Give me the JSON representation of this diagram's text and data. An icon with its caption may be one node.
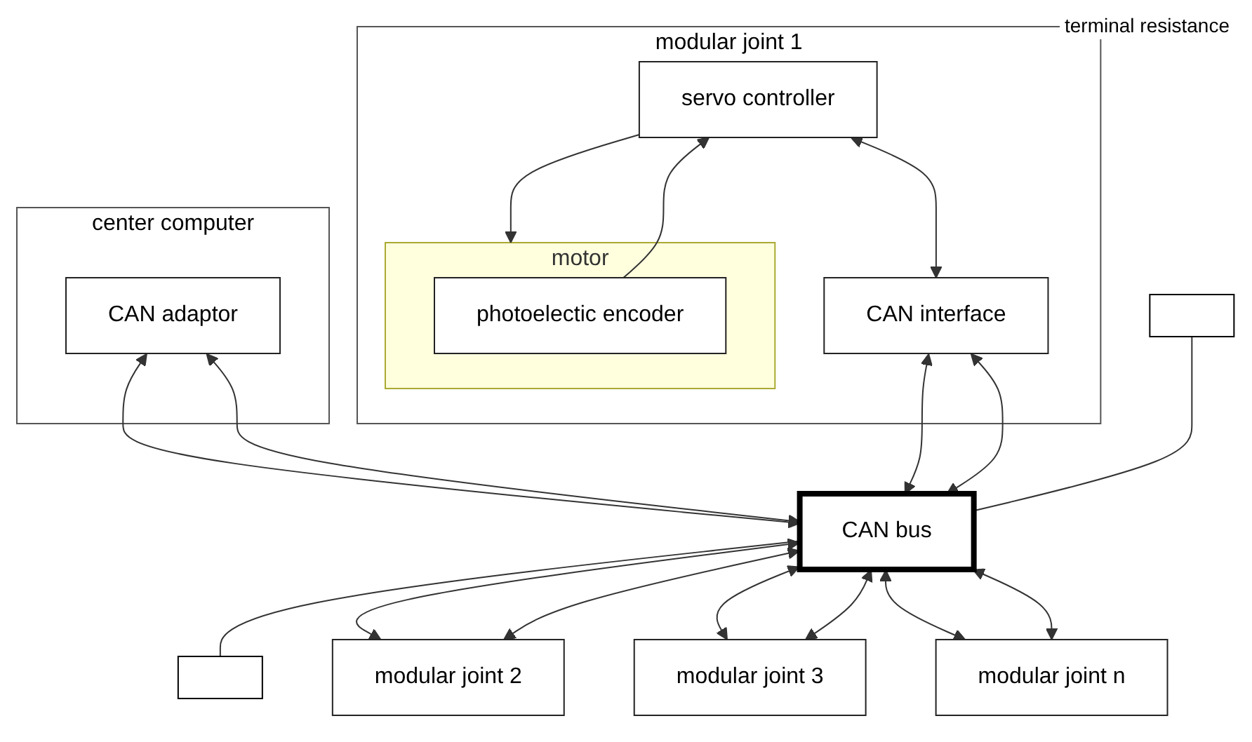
{
  "diagram": {
    "nodes": [
      {
        "text": [
          "center computer"
        ]
      },
      {
        "text": [
          "CAN adaptor"
        ],
        "in": 0
      },
      {
        "text": [
          "modular joint 1"
        ]
      },
      {
        "text": [
          "servo controller"
        ],
        "in": 2
      },
      {
        "text": [
          "motor"
        ],
        "in": 2
      },
      {
        "text": [
          "photoelectic encoder"
        ],
        "in": 4
      },
      {
        "text": [
          "CAN interface"
        ],
        "in": 2
      },
      {
        "text": [
          "CAN bus"
        ]
      },
      {
        "text": [],
        "shape": "box"
      },
      {
        "text": [],
        "shape": "box"
      },
      {
        "text": [
          "modular joint 2"
        ]
      },
      {
        "text": [
          "modular joint 3"
        ]
      },
      {
        "text": [
          "modular joint n"
        ]
      }
    ],
    "edges": [
      {
        "from": 3,
        "to": 4,
        "arrow": "to"
      },
      {
        "from": 5,
        "to": 3,
        "arrow": "to"
      },
      {
        "from": 3,
        "to": 6,
        "arrow": "both"
      },
      {
        "from": 1,
        "to": 7,
        "arrow": "both"
      },
      {
        "from": 1,
        "to": 7,
        "arrow": "both"
      },
      {
        "from": 6,
        "to": 7,
        "arrow": "both"
      },
      {
        "from": 6,
        "to": 7,
        "arrow": "both"
      },
      {
        "from": 8,
        "to": 7,
        "arrow": "none"
      },
      {
        "from": 7,
        "to": 9,
        "arrow": "none"
      },
      {
        "from": 7,
        "to": 10,
        "arrow": "both"
      },
      {
        "from": 7,
        "to": 10,
        "arrow": "both"
      },
      {
        "from": 7,
        "to": 11,
        "arrow": "both"
      },
      {
        "from": 7,
        "to": 11,
        "arrow": "both"
      },
      {
        "from": 7,
        "to": 12,
        "arrow": "both"
      },
      {
        "from": 7,
        "to": 12,
        "arrow": "both"
      }
    ],
    "labels": [
      "terminal resistance"
    ]
  }
}
